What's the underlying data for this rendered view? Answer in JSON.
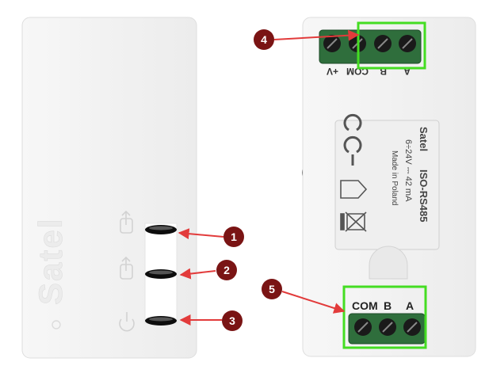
{
  "left_device": {
    "brand_logo": "Satel",
    "leds": [
      {
        "id": "1",
        "icon": "tamper-arrow-icon"
      },
      {
        "id": "2",
        "icon": "data-arrow-icon"
      },
      {
        "id": "3",
        "icon": "power-icon"
      }
    ]
  },
  "right_device": {
    "top_terminals": [
      "+V",
      "COM",
      "B",
      "A"
    ],
    "label": {
      "brand": "Satel",
      "model": "ISO-RS485",
      "rating": "6÷24V ⎓ 42 mA",
      "origin": "Made in Poland",
      "marks": [
        "ce-mark-icon",
        "indoor-use-icon",
        "weee-bin-icon"
      ]
    },
    "bottom_terminals": [
      "COM",
      "B",
      "A"
    ]
  },
  "callouts": [
    {
      "number": "1",
      "target": "led-1"
    },
    {
      "number": "2",
      "target": "led-2"
    },
    {
      "number": "3",
      "target": "led-3"
    },
    {
      "number": "4",
      "target": "top-terminals-b-a"
    },
    {
      "number": "5",
      "target": "bottom-terminals"
    }
  ],
  "colors": {
    "callout_fill": "#7a1414",
    "callout_text": "#ffffff",
    "arrow": "#e23b3b",
    "highlight_box": "#44dd22",
    "terminal_green": "#2f6e3c",
    "case": "#f4f4f4"
  }
}
